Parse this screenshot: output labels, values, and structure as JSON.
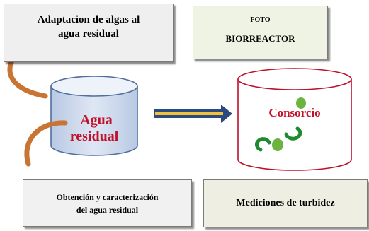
{
  "adaptation_box": {
    "line1": "Adaptacion de algas al",
    "line2": "agua residual"
  },
  "photo_box": {
    "label": "FOTO",
    "title": "BIORREACTOR"
  },
  "water_cylinder": {
    "line1": "Agua",
    "line2": "residual"
  },
  "consortium_cylinder": {
    "label": "Consorcio"
  },
  "obtention_box": {
    "line1": "Obtención y caracterización",
    "line2": "del agua residual"
  },
  "measurements_box": {
    "label": "Mediciones de turbidez"
  },
  "colors": {
    "cylinder_fill": "#d0dcef",
    "cylinder_stroke": "#4f6f9c",
    "cylinder_text": "#c0112b",
    "consortium_stroke": "#c0112b",
    "arrow_orange": "#c87533",
    "arrow_navy": "#2b4a80",
    "arrow_yellow": "#f3c13a",
    "algae_green": "#43a047"
  }
}
